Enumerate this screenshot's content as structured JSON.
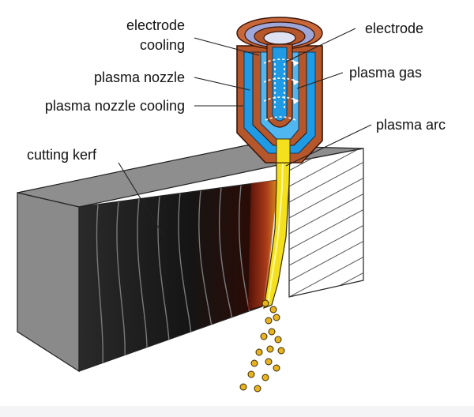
{
  "labels": {
    "electrode_cooling_1": "electrode",
    "electrode_cooling_2": "cooling",
    "plasma_nozzle": "plasma nozzle",
    "plasma_nozzle_cooling": "plasma nozzle cooling",
    "cutting_kerf": "cutting kerf",
    "electrode": "electrode",
    "plasma_gas": "plasma gas",
    "plasma_arc": "plasma arc"
  },
  "colors": {
    "copper": "#b5562b",
    "copper_dark": "#6a2a10",
    "coolant": "#1f9be6",
    "coolant_light": "#4fb6f0",
    "electrode_cap": "#9fa7d9",
    "arc_yellow": "#f4e11b",
    "molten": "#9a3a1a",
    "block_top": "#8c8c8c",
    "block_front": "#1c1c1c",
    "block_side": "#ffffff",
    "droplet": "#e8b321"
  }
}
